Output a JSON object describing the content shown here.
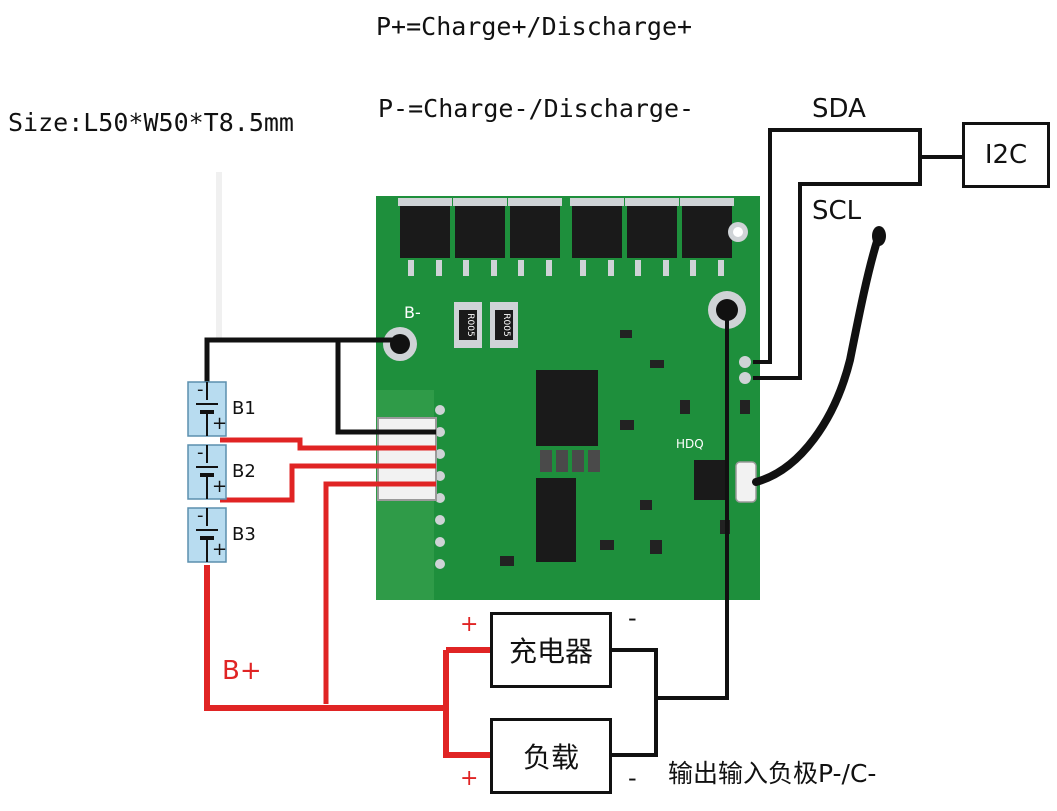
{
  "colors": {
    "pcb_green": "#1e8f3c",
    "pcb_dark": "#137030",
    "wire_red": "#e02424",
    "wire_black": "#111111",
    "cell_blue": "#b8dcf0",
    "component_black": "#1a1a1a",
    "pad_silver": "#cfd3d6"
  },
  "header": {
    "line1": "P+=Charge+/Discharge+",
    "line2": "P-=Charge-/Discharge-",
    "size": "Size:L50*W50*T8.5mm"
  },
  "bus": {
    "sda": "SDA",
    "scl": "SCL",
    "i2c_box": "I2C"
  },
  "board": {
    "b_minus_label": "B-",
    "hdq_label": "HDQ",
    "resistor_1": "R005",
    "resistor_2": "R005"
  },
  "cells": [
    {
      "label": "B1",
      "minus": "-",
      "plus": "+"
    },
    {
      "label": "B2",
      "minus": "-",
      "plus": "+"
    },
    {
      "label": "B3",
      "minus": "-",
      "plus": "+"
    }
  ],
  "output": {
    "b_plus": "B+",
    "charger_box": "充电器",
    "load_box": "负载",
    "charger_plus": "+",
    "charger_minus": "-",
    "load_plus": "+",
    "load_minus": "-",
    "neg_terminal_note": "输出输入负极P-/C-"
  },
  "icons": {
    "battery_cell": "battery-cell-icon",
    "mosfet": "mosfet-chip-icon",
    "thermistor": "thermistor-probe-icon"
  }
}
